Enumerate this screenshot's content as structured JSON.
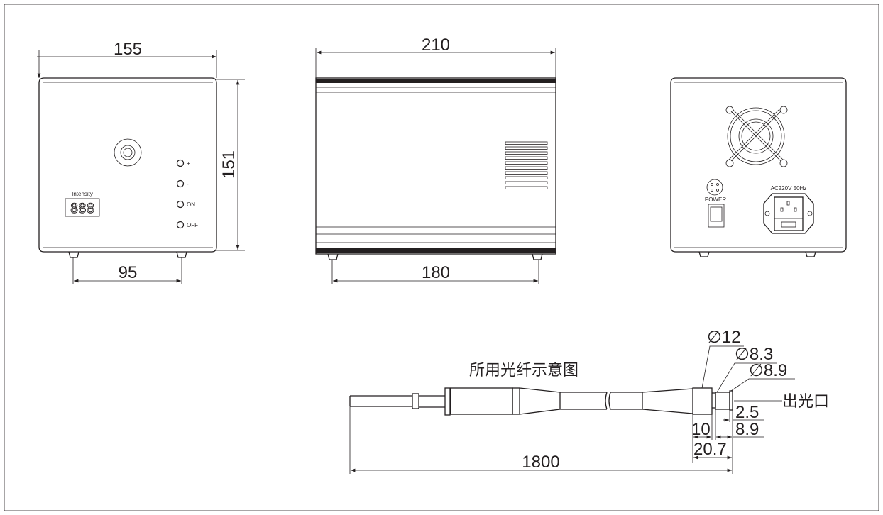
{
  "front_view": {
    "width_dim": "155",
    "height_dim": "151",
    "feet_dim": "95",
    "display_label": "Intensity",
    "display_value": "888",
    "buttons": [
      "+",
      "-",
      "ON",
      "OFF"
    ]
  },
  "side_view": {
    "length_dim": "210",
    "feet_dim": "180"
  },
  "rear_view": {
    "power_label": "POWER",
    "inlet_label": "AC220V 50Hz"
  },
  "fiber": {
    "title": "所用光纤示意图",
    "length_dim": "1800",
    "dia_body": "∅12",
    "dia_neck": "∅8.3",
    "dia_tip": "∅8.9",
    "output_label": "出光口",
    "dim_2_5": "2.5",
    "dim_8_9": "8.9",
    "dim_10": "10",
    "dim_20_7": "20.7"
  }
}
